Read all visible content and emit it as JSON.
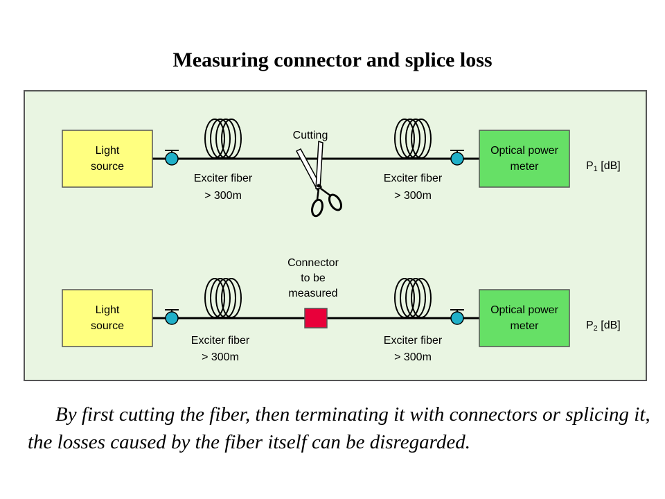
{
  "title": "Measuring connector and splice loss",
  "top_row": {
    "source_line1": "Light",
    "source_line2": "source",
    "meter_line1": "Optical power",
    "meter_line2": "meter",
    "cutting_label": "Cutting",
    "fiber_left_line1": "Exciter fiber",
    "fiber_left_line2": "> 300m",
    "fiber_right_line1": "Exciter fiber",
    "fiber_right_line2": "> 300m",
    "power_label_P": "P",
    "power_label_sub": "1",
    "power_label_unit": " [dB]"
  },
  "bottom_row": {
    "source_line1": "Light",
    "source_line2": "source",
    "meter_line1": "Optical power",
    "meter_line2": "meter",
    "connector_line1": "Connector",
    "connector_line2": "to be",
    "connector_line3": "measured",
    "fiber_left_line1": "Exciter fiber",
    "fiber_left_line2": "> 300m",
    "fiber_right_line1": "Exciter fiber",
    "fiber_right_line2": "> 300m",
    "power_label_P": "P",
    "power_label_sub": "2",
    "power_label_unit": " [dB]"
  },
  "caption": {
    "line1": "By first cutting the fiber, then terminating it with connectors or splicing it,",
    "line2": "the losses caused by the fiber itself can be disregarded."
  },
  "colors": {
    "panel_bg": "#e9f5e2",
    "source_box": "#ffff80",
    "meter_box": "#66e066",
    "connector_dot": "#20b0c8",
    "connector_block": "#e8003a",
    "fiber_line": "#000000"
  }
}
